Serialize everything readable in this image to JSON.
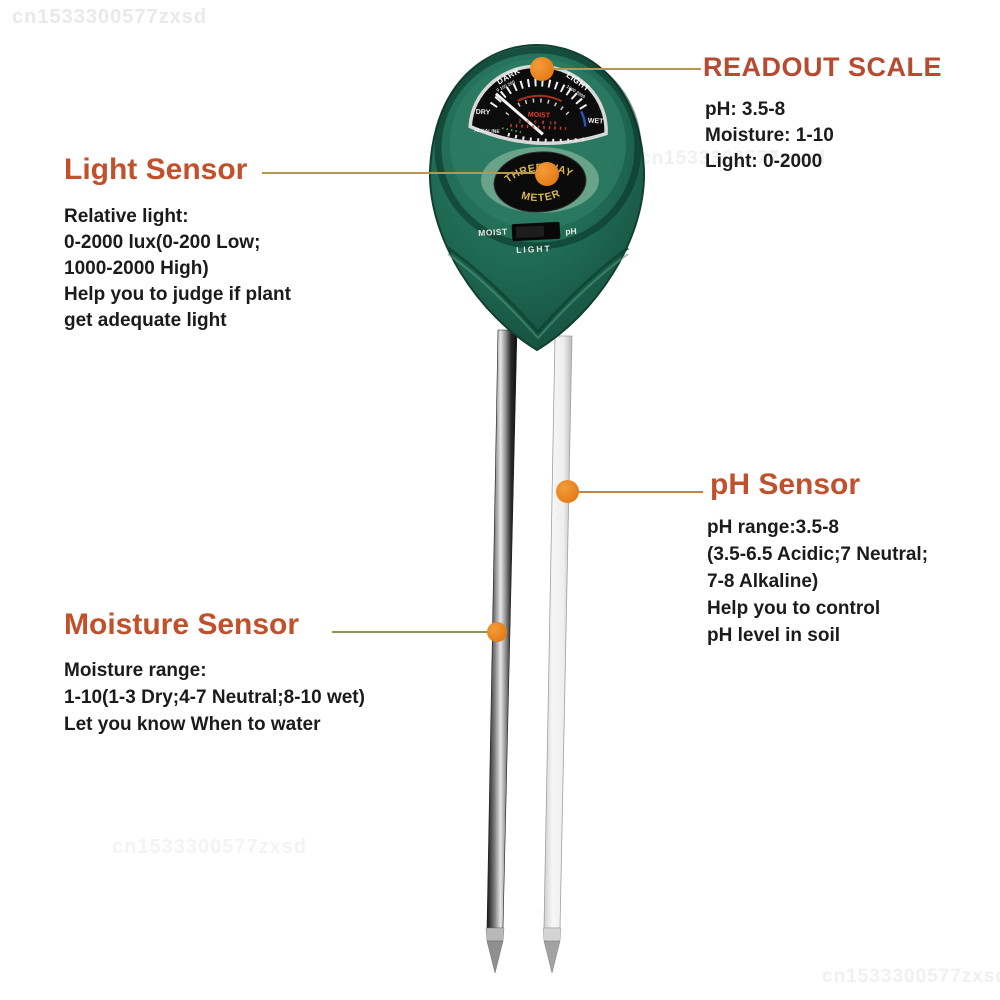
{
  "watermark_text": "cn1533300577zxsd",
  "callouts": {
    "readout": {
      "title": "READOUT SCALE",
      "lines": [
        "pH: 3.5-8",
        "Moisture: 1-10",
        "Light: 0-2000"
      ]
    },
    "light": {
      "title": "Light Sensor",
      "lines": [
        "Relative light:",
        "0-2000 lux(0-200 Low;",
        "1000-2000 High)",
        "Help you to judge if plant",
        "get adequate light"
      ]
    },
    "ph": {
      "title": "pH Sensor",
      "lines": [
        "pH range:3.5-8",
        "(3.5-6.5 Acidic;7 Neutral;",
        "7-8 Alkaline)",
        "Help you to control",
        "pH level in soil"
      ]
    },
    "moisture": {
      "title": "Moisture Sensor",
      "lines": [
        "Moisture range:",
        "1-10(1-3 Dry;4-7 Neutral;8-10 wet)",
        "Let you know When to water"
      ]
    }
  },
  "device": {
    "brand_top": "THREE-WAY",
    "brand_bottom": "METER",
    "switch": {
      "left": "MOIST",
      "right": "pH",
      "bottom": "LIGHT"
    },
    "gauge": {
      "dark": "DARK",
      "light": "LIGHT",
      "dry": "DRY",
      "wet": "WET",
      "moist": "MOIST",
      "alkaline": "ALKALINE",
      "dark_scale": "0 100 200",
      "light_scale": "1000 2000",
      "moist_scale": "2 4 6 8 10"
    }
  },
  "colors": {
    "heading": "#c1502c",
    "readout_heading": "#b84a32",
    "callout_dot": "#e8821e",
    "line_tan": "#b3984e",
    "line_olive": "#8e9552",
    "line_orange": "#c08443",
    "body_green": "#23725a",
    "brand_gold": "#d8b84e",
    "moist_red": "#d84330"
  }
}
